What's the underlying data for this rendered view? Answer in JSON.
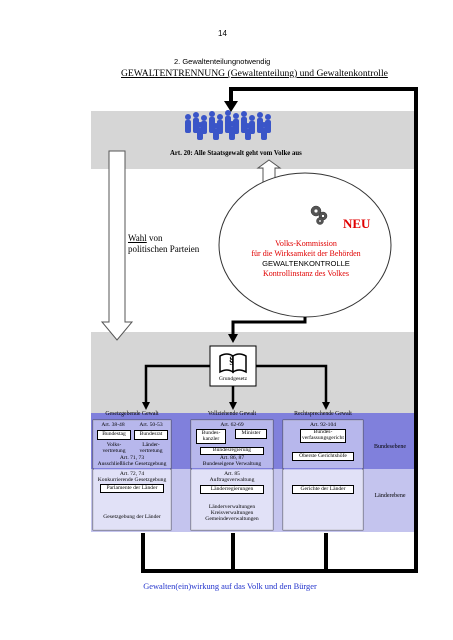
{
  "page": {
    "number": "14"
  },
  "heading": {
    "section": "2.   Gewaltenteilungnotwendig",
    "title": "GEWALTENTRENNUNG (Gewaltenteilung) und Gewaltenkontrolle"
  },
  "diagram": {
    "art20": "Art. 20: Alle Staatsgewalt geht vom Volke aus",
    "wahl_word": "Wahl",
    "wahl_rest": " von",
    "wahl_line2": "politischen Parteien",
    "circle": {
      "neu": "NEU",
      "line1": "Volks-Kommission",
      "line2": "für die Wirksamkeit der Behörden",
      "line3": "GEWALTENKONTROLLE",
      "line4": "Kontrollinstanz des Volkes"
    },
    "grundgesetz": {
      "symbol": "§",
      "label": "Grundgesetz"
    },
    "columns": {
      "legislative": "Gesetzgebende Gewalt",
      "executive": "Vollziehende Gewalt",
      "judicial": "Rechtsprechende Gewalt"
    },
    "bundesebene": {
      "label": "Bundesebene",
      "leg": {
        "art_a": "Art. 38-48",
        "art_b": "Art. 50-53",
        "box_a": "Bundestag",
        "box_b": "Bundesrat",
        "sub_a": "Volks-\nvertretung",
        "sub_b": "Länder-\nvertretung",
        "art_c": "Art. 71, 73",
        "foot": "Ausschließliche Gesetzgebung"
      },
      "exe": {
        "art_a": "Art. 62-69",
        "box_a": "Bundes-\nkanzler",
        "box_b": "Minister",
        "box_c": "Bundesregierung",
        "art_b": "Art. 86, 87",
        "foot": "Bundeseigene Verwaltung"
      },
      "jud": {
        "art_a": "Art. 92-104",
        "box_a": "Bundes-\nverfassungsgericht",
        "box_b": "Oberste Gerichtshöfe"
      }
    },
    "laenderebene": {
      "label": "Länderebene",
      "leg": {
        "art_a": "Art. 72, 74",
        "sub_a": "Konkurrierende Gesetzgebung",
        "box_a": "Parlamente der Länder",
        "foot": "Gesetzgebung der Länder"
      },
      "exe": {
        "art_a": "Art. 85",
        "sub_a": "Auftragsverwaltung",
        "box_a": "Länderregierungen",
        "foot": "Länderverwaltungen\nKreisverwaltungen\nGemeindeverwaltungen"
      },
      "jud": {
        "box_a": "Gerichte der Länder"
      }
    },
    "bottom_caption": "Gewalten(ein)wirkung auf das Volk und den Bürger"
  },
  "colors": {
    "band_gray": "#d6d6d6",
    "fed_blue": "#8080dc",
    "state_blue": "#c4c4ee",
    "people_blue": "#3a55c8",
    "red": "#e00000",
    "caption_blue": "#2233cc"
  }
}
